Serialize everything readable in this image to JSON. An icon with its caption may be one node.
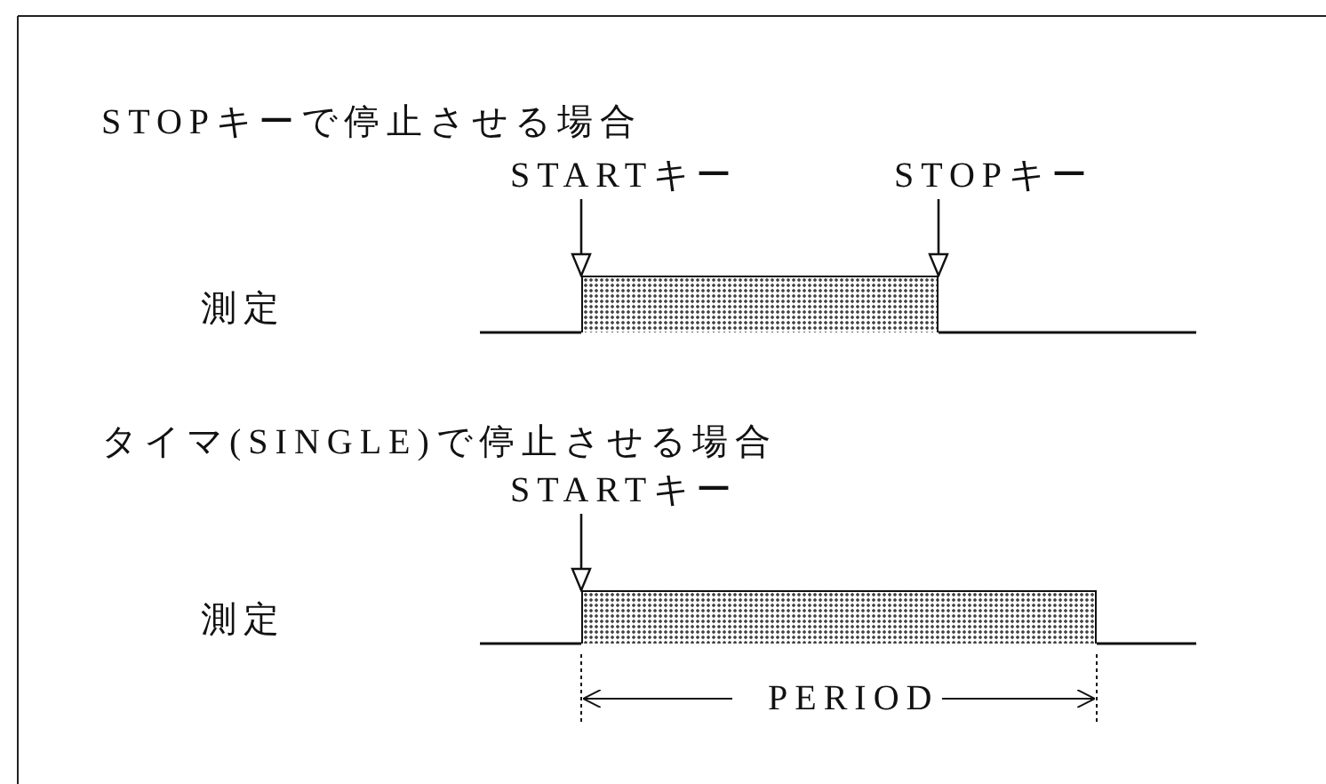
{
  "diagram": {
    "nodes": [
      {
        "text": [
          "STARTキー"
        ]
      },
      {
        "text": [
          "STOPキー"
        ]
      },
      {
        "text": [],
        "shape": "bar"
      },
      {
        "text": [
          "STARTキー"
        ]
      },
      {
        "text": [],
        "shape": "bar"
      }
    ],
    "edges": [
      {
        "from": 0,
        "to": 2,
        "arrow": "to"
      },
      {
        "from": 1,
        "to": 2,
        "arrow": "to"
      },
      {
        "from": 3,
        "to": 4,
        "arrow": "to"
      }
    ],
    "labels": [
      "STOPキーで停止させる場合",
      "測定",
      "タイマ(SINGLE)で停止させる場合",
      "測定",
      "PERIOD"
    ]
  }
}
